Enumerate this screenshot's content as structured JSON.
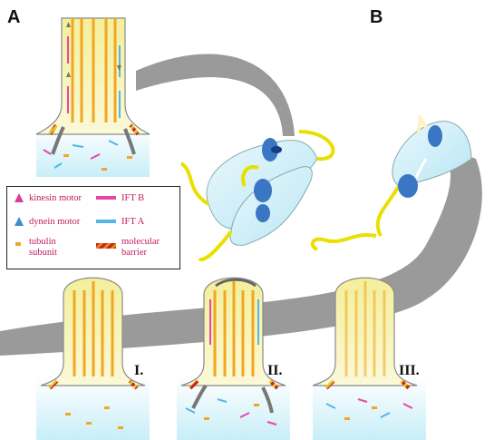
{
  "panels": {
    "a_label": "A",
    "b_label": "B"
  },
  "stages": {
    "i": "I.",
    "ii": "II.",
    "iii": "III."
  },
  "legend": {
    "kinesin": "kinesin motor",
    "dynein": "dynein motor",
    "tubulin_line1": "tubulin",
    "tubulin_line2": "subunit",
    "ift_b": "IFT B",
    "ift_a": "IFT A",
    "barrier_line1": "molecular",
    "barrier_line2": "barrier"
  },
  "colors": {
    "kinesin": "#e0399a",
    "dynein": "#3a8fd6",
    "tubulin": "#f2a623",
    "ift_b": "#e845a6",
    "ift_a": "#52b6e8",
    "barrier_red": "#cc1f1f",
    "barrier_yellow": "#e8c21a",
    "flagellum": "#e9e000",
    "body_fill": "#cdeff7",
    "gray_band": "#9a9a9a"
  }
}
